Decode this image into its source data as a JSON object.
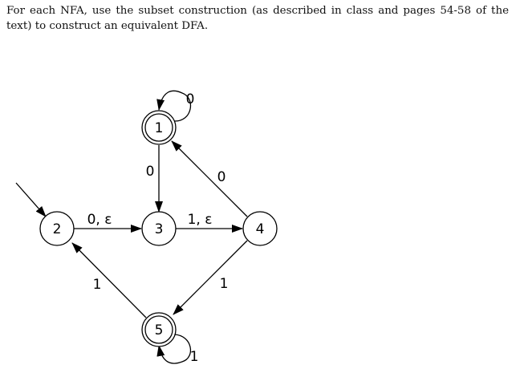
{
  "instructions": "For each NFA, use the subset construction (as described in class and pages 54-58 of the text) to construct an equivalent DFA.",
  "states": [
    {
      "id": "1",
      "accepting": true
    },
    {
      "id": "2",
      "accepting": false,
      "start": true
    },
    {
      "id": "3",
      "accepting": false
    },
    {
      "id": "4",
      "accepting": false
    },
    {
      "id": "5",
      "accepting": true
    }
  ],
  "transitions": [
    {
      "from": "1",
      "to": "1",
      "label": "0"
    },
    {
      "from": "1",
      "to": "3",
      "label": "0"
    },
    {
      "from": "2",
      "to": "3",
      "label": "0, ε"
    },
    {
      "from": "3",
      "to": "4",
      "label": "1, ε"
    },
    {
      "from": "4",
      "to": "1",
      "label": "0"
    },
    {
      "from": "4",
      "to": "5",
      "label": "1"
    },
    {
      "from": "5",
      "to": "2",
      "label": "1"
    },
    {
      "from": "5",
      "to": "5",
      "label": "1"
    }
  ]
}
